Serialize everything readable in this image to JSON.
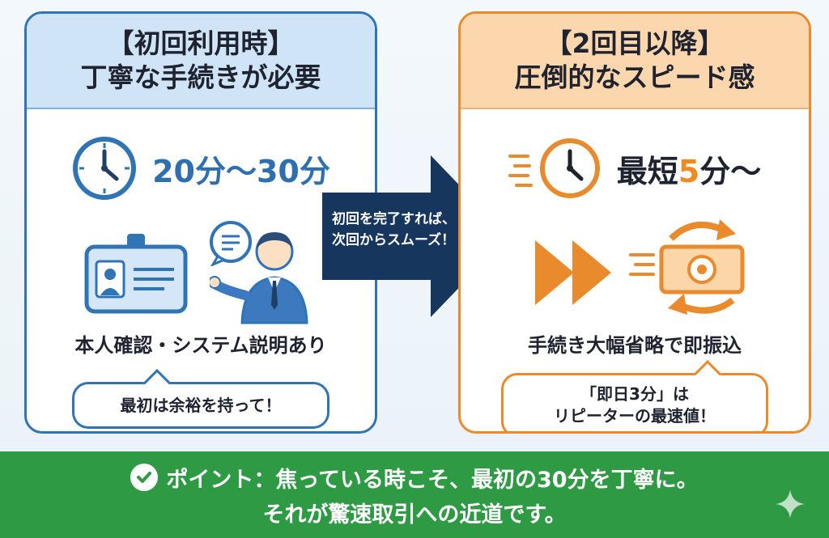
{
  "left": {
    "heading_line1": "【初回利用時】",
    "heading_line2": "丁寧な手続きが必要",
    "time": "20分〜30分",
    "caption": "本人確認・システム説明あり",
    "bubble": "最初は余裕を持って！",
    "icons": [
      "clock-icon",
      "id-card-icon",
      "staff-person-icon",
      "speech-bubble-icon"
    ],
    "color": "#2f74b5"
  },
  "arrow": {
    "line1": "初回を完了すれば、",
    "line2": "次回からスムーズ！",
    "color": "#17365d"
  },
  "right": {
    "heading_line1": "【2回目以降】",
    "heading_line2": "圧倒的なスピード感",
    "time_prefix": "最短",
    "time_number": "5",
    "time_suffix": "分〜",
    "caption": "手続き大幅省略で即振込",
    "bubble_line1": "「即日3分」は",
    "bubble_line2": "リピーターの最速値！",
    "icons": [
      "fast-clock-icon",
      "fast-forward-icon",
      "money-transfer-icon"
    ],
    "color": "#e98a2d"
  },
  "footer": {
    "line1": "ポイント：焦っている時こそ、最初の30分を丁寧に。",
    "line2": "それが驚速取引への近道です。",
    "color": "#2f9a44"
  }
}
